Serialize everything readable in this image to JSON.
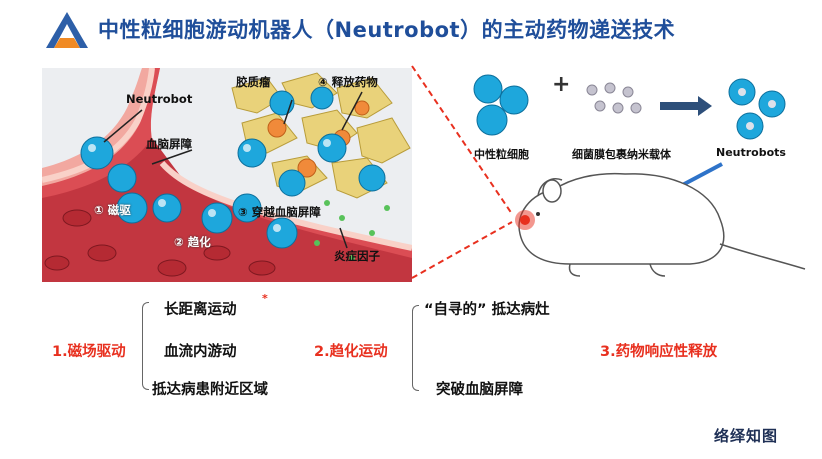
{
  "header": {
    "title": "中性粒细胞游动机器人（Neutrobot）的主动药物递送技术"
  },
  "illustration_left": {
    "labels": {
      "neutrobot": "Neutrobot",
      "bbb": "血脑屏障",
      "magnetic": "① 磁驱",
      "chemotaxis": "② 趋化",
      "crossing": "③ 穿越血脑屏障",
      "glioma": "胶质瘤",
      "release": "④ 释放药物",
      "inflammatory": "炎症因子"
    }
  },
  "illustration_right": {
    "labels": {
      "neutrophil": "中性粒细胞",
      "nanocarrier": "细菌膜包裹纳米载体",
      "neutrobots": "Neutrobots"
    },
    "symbols": {
      "plus": "+"
    }
  },
  "summary": {
    "group1": {
      "title": "1.磁场驱动",
      "items": [
        "长距离运动",
        "血流内游动",
        "抵达病患附近区域"
      ]
    },
    "group2": {
      "title": "2.趋化运动",
      "items": [
        "“自寻的” 抵达病灶",
        "突破血脑屏障"
      ]
    },
    "group3": {
      "title": "3.药物响应性释放"
    },
    "marker": "*"
  },
  "brand": "络绎知图",
  "colors": {
    "title_blue": "#1f4e9a",
    "accent_red": "#e8301f",
    "logo_orange": "#f08a24",
    "cell_cyan": "#1ea7dc"
  }
}
